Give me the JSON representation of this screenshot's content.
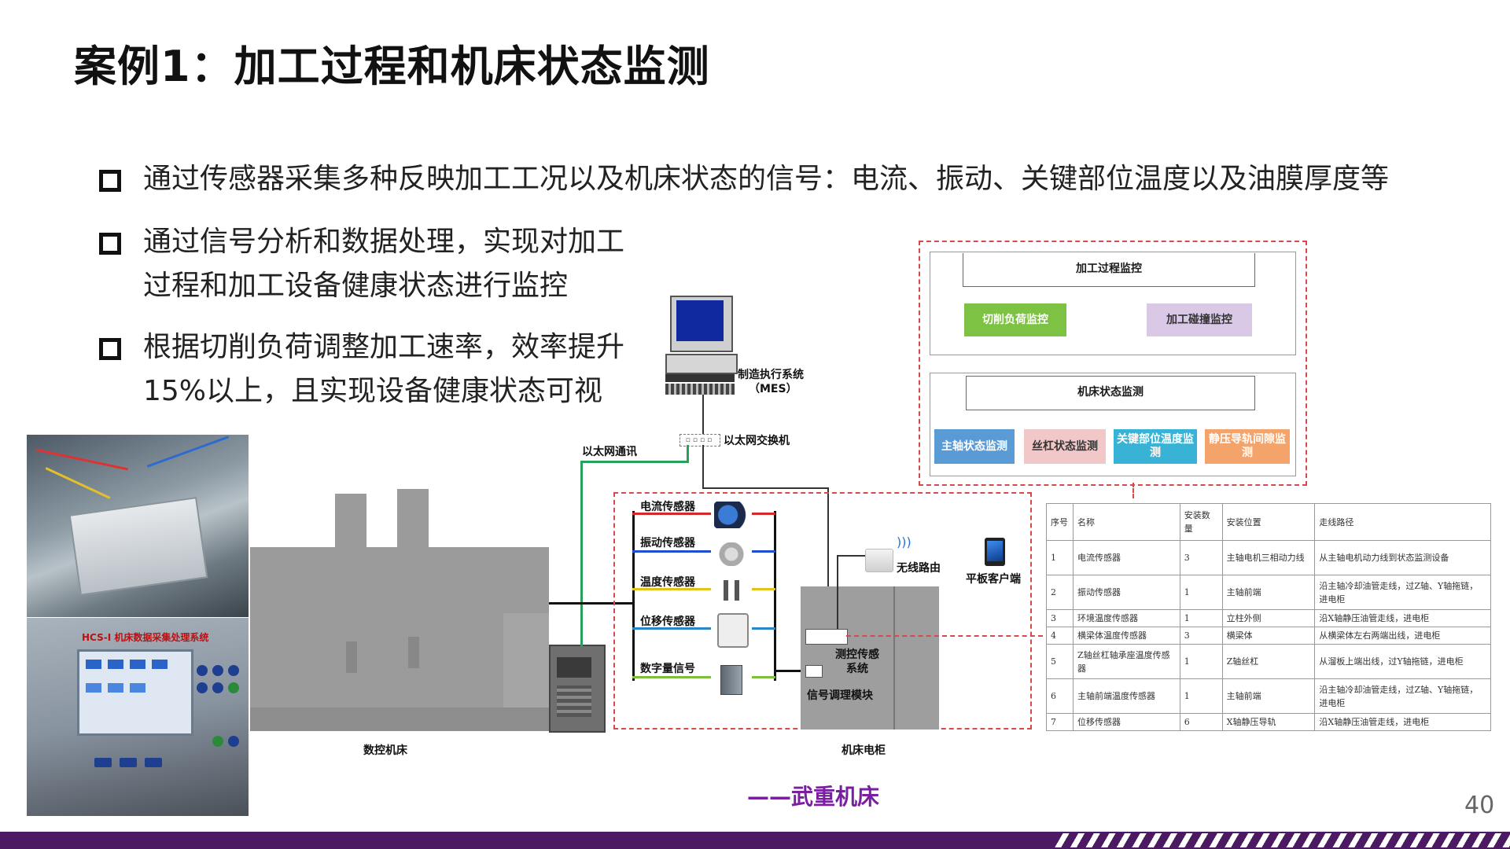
{
  "title": "案例1：加工过程和机床状态监测",
  "bullets": [
    [
      "通过传感器采集多种反映加工工况以及机床状态的信号：电流、振动、关键部位温度以及油膜厚度等"
    ],
    [
      "通过信号分析和数据处理，实现对加工",
      "过程和加工设备健康状态进行监控"
    ],
    [
      "根据切削负荷调整加工速率，效率提升",
      "15%以上，且实现设备健康状态可视"
    ]
  ],
  "photo_panel_label": "HCS-I 机床数据采集处理系统",
  "diagram": {
    "mes_line1": "制造执行系统",
    "mes_line2": "（MES）",
    "ethernet_comm": "以太网通讯",
    "ethernet_switch": "以太网交换机",
    "sensors": [
      "电流传感器",
      "振动传感器",
      "温度传感器",
      "位移传感器",
      "数字量信号"
    ],
    "wireless_router": "无线路由",
    "tablet_client": "平板客户端",
    "system_line1": "测控传感",
    "system_line2": "系统",
    "signal_module": "信号调理模块",
    "cnc_machine": "数控机床",
    "cabinet": "机床电柜"
  },
  "monitoring": {
    "process_title": "加工过程监控",
    "process_items": [
      "切削负荷监控",
      "加工碰撞监控"
    ],
    "state_title": "机床状态监测",
    "state_items": [
      "主轴状态监测",
      "丝杠状态监测",
      "关键部位温度监测",
      "静压导轨间隙监测"
    ]
  },
  "colors": {
    "green_chip": "#7dc243",
    "purple_chip": "#d9c8e6",
    "blue_chip": "#5b9bd5",
    "pink_chip": "#f2c7c7",
    "teal_chip": "#38b3d6",
    "orange_chip": "#f4a46a",
    "brand_purple": "#7b1fa2"
  },
  "table": {
    "headers": [
      "序号",
      "名称",
      "安装数量",
      "安装位置",
      "走线路径"
    ],
    "rows": [
      [
        "1",
        "电流传感器",
        "3",
        "主轴电机三相动力线",
        "从主轴电机动力线到状态监测设备"
      ],
      [
        "2",
        "振动传感器",
        "1",
        "主轴前端",
        "沿主轴冷却油管走线，过Z轴、Y轴拖链，进电柜"
      ],
      [
        "3",
        "环境温度传感器",
        "1",
        "立柱外侧",
        "沿X轴静压油管走线，进电柜"
      ],
      [
        "4",
        "横梁体温度传感器",
        "3",
        "横梁体",
        "从横梁体左右两端出线，进电柜"
      ],
      [
        "5",
        "Z轴丝杠轴承座温度传感器",
        "1",
        "Z轴丝杠",
        "从溜板上端出线，过Y轴拖链，进电柜"
      ],
      [
        "6",
        "主轴前端温度传感器",
        "1",
        "主轴前端",
        "沿主轴冷却油管走线，过Z轴、Y轴拖链，进电柜"
      ],
      [
        "7",
        "位移传感器",
        "6",
        "X轴静压导轨",
        "沿X轴静压油管走线，进电柜"
      ]
    ]
  },
  "footer": "——武重机床",
  "page_number": "40"
}
